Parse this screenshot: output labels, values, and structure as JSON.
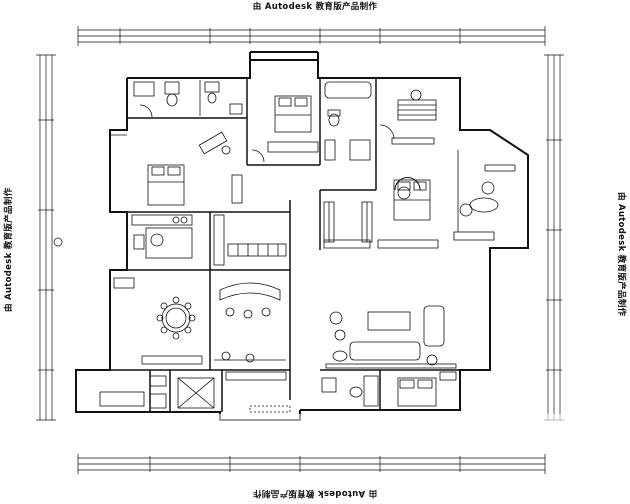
{
  "watermark": {
    "top": "由 Autodesk 教育版产品制作",
    "bottom": "由 Autodesk 教育版产品制作",
    "left": "由 Autodesk 教育版产品制作",
    "right": "由 Autodesk 教育版产品制作"
  },
  "colors": {
    "line": "#111111",
    "background": "#ffffff"
  }
}
